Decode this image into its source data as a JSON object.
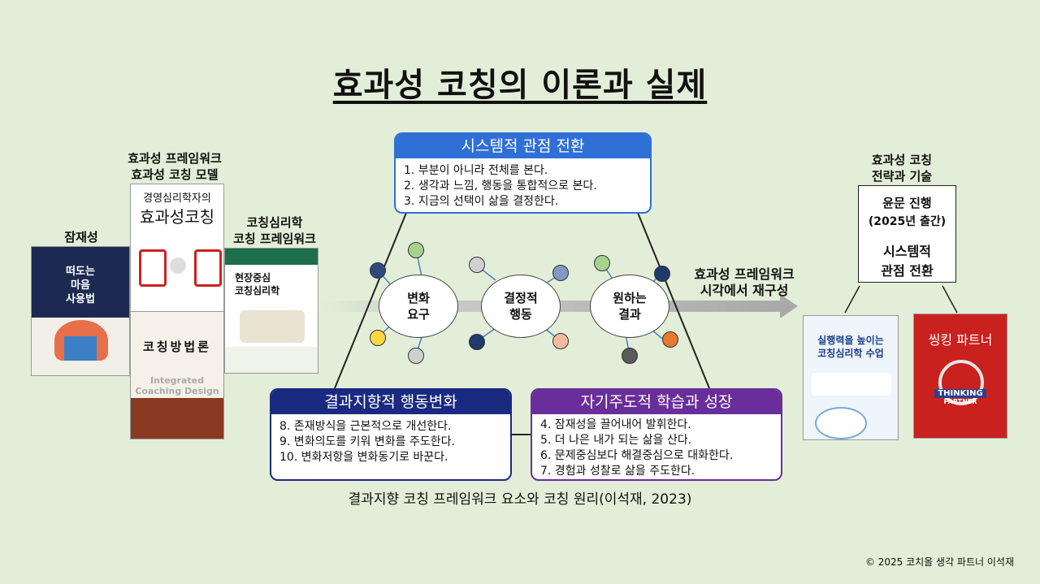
{
  "title": "효과성 코칭의 이론과 실제",
  "left_labels": {
    "potential": "잠재성",
    "framework_line1": "효과성 프레임워크",
    "framework_line2": "효과성 코칭 모델",
    "psych_line1": "코칭심리학",
    "psych_line2": "코칭 프레임워크"
  },
  "right_labels": {
    "strategy_line1": "효과성 코칭",
    "strategy_line2": "전략과 기술",
    "reframe_line1": "효과성 프레임워크",
    "reframe_line2": "시각에서 재구성"
  },
  "books": {
    "book1": {
      "line1": "떠도는",
      "line2": "마음",
      "line3": "사용법"
    },
    "book2": {
      "title": "경영심리학자의",
      "subtitle": "효과성코칭"
    },
    "book3": {
      "title": "코칭방법론",
      "en1": "Integrated",
      "en2": "Coaching Design"
    },
    "book4": {
      "line1": "현장중심",
      "line2": "코칭심리학"
    },
    "book5": {
      "title": "실행력을 높이는",
      "subtitle": "코칭심리학 수업"
    },
    "book6": {
      "title": "씽킹 파트너",
      "en": "THINKING",
      "en2": "PARTNER"
    }
  },
  "upcoming": {
    "line1": "윤문 진행",
    "line2": "(2025년 출간)",
    "line3": "시스템적",
    "line4": "관점 전환"
  },
  "system_box": {
    "header": "시스템적 관점 전환",
    "items": [
      "1. 부분이 아니라 전체를 본다.",
      "2. 생각과 느낌, 행동을 통합적으로 본다.",
      "3. 지금의 선택이 삶을 결정한다."
    ],
    "color": "#2f6fd6"
  },
  "outcome_box": {
    "header": "결과지향적 행동변화",
    "items": [
      "8. 존재방식을 근본적으로 개선한다.",
      "9. 변화의도를 키워 변화를 주도한다.",
      "10. 변화저항을 변화동기로 바꾼다."
    ],
    "color": "#1a2a80"
  },
  "learning_box": {
    "header": "자기주도적 학습과 성장",
    "items": [
      "4. 잠재성을 끌어내어 발휘한다.",
      "5. 더 나은 내가 되는 삶을 산다.",
      "6. 문제중심보다 해결중심으로 대화한다.",
      "7. 경험과 성찰로 삶을 주도한다."
    ],
    "color": "#6a2e9a"
  },
  "nodes": {
    "n1_line1": "변화",
    "n1_line2": "요구",
    "n2_line1": "결정적",
    "n2_line2": "행동",
    "n3_line1": "원하는",
    "n3_line2": "결과"
  },
  "caption": "결과지향 코칭 프레임워크 요소와 코칭 원리(이석재, 2023)",
  "copyright": "© 2025 코치올 생각 파트너 이석재"
}
